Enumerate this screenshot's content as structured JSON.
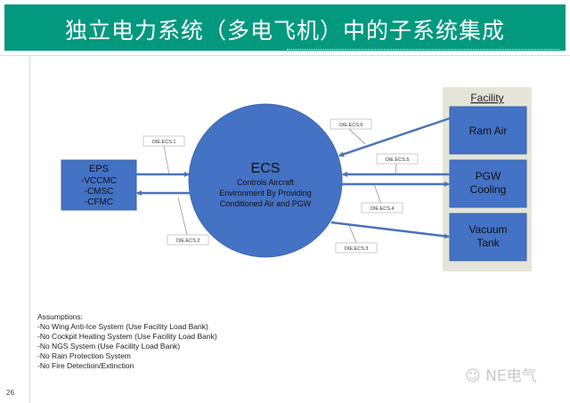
{
  "slide": {
    "title": "独立电力系统（多电飞机）中的子系统集成",
    "page_number": "26",
    "watermark": "NE电气"
  },
  "diagram": {
    "eps": {
      "title": "EPS",
      "items": [
        "-VCCMC",
        "-CMSC",
        "-CFMC"
      ]
    },
    "ecs": {
      "title": "ECS",
      "lines": [
        "Controls Aircraft",
        "Environment By Providing",
        "Conditioned Air and PGW"
      ]
    },
    "facility": {
      "label": "Facility",
      "boxes": [
        {
          "lines": [
            "Ram Air"
          ]
        },
        {
          "lines": [
            "PGW",
            "Cooling"
          ]
        },
        {
          "lines": [
            "Vacuum",
            "Tank"
          ]
        }
      ]
    },
    "interfaces": [
      "OIE.ECS.1",
      "OIE.ECS.2",
      "OIE.ECS.3",
      "OIE.ECS.4",
      "OIE.ECS.5",
      "OIE.ECS.6"
    ],
    "colors": {
      "box": "#4472c4",
      "arrow": "#4a72b8",
      "facility_bg": "#e4e5d8",
      "header": "#03997f"
    }
  },
  "assumptions": {
    "heading": "Assumptions:",
    "items": [
      "-No Wing Anti-Ice System (Use Facility Load Bank)",
      "-No Cockpit Heating System (Use Facility Load Bank)",
      "-No NGS System (Use Facility Load Bank)",
      "-No Rain Protection System",
      "-No Fire Detection/Extinction"
    ]
  }
}
